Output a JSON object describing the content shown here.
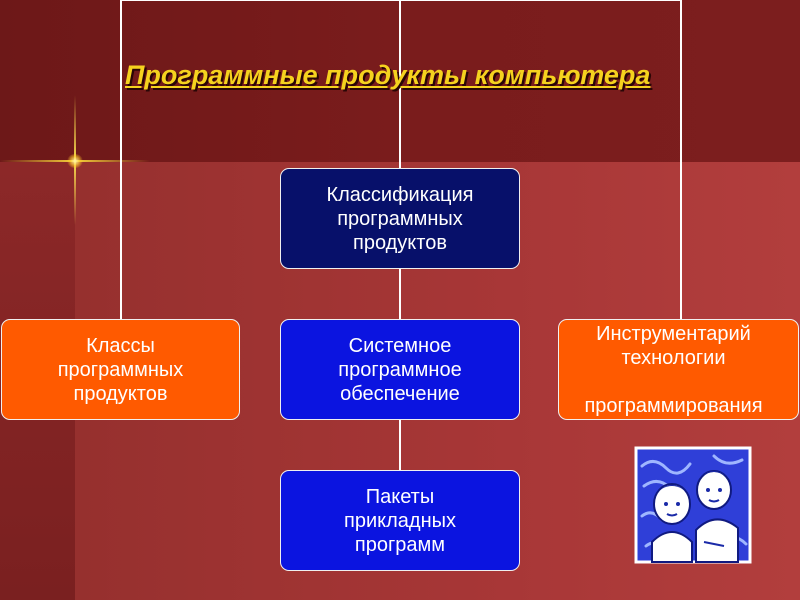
{
  "title": "Программные продукты компьютера",
  "boxes": {
    "classification": "Классификация\nпрограммных\nпродуктов",
    "classes": "Классы\nпрограммных\nпродуктов",
    "system": "Системное\nпрограммное\nобеспечение",
    "packages": "Пакеты\nприкладных\nпрограмм",
    "tools": "Инструментарий\nтехнологии\n\nпрограммирования"
  },
  "colors": {
    "title": "#f5d21e",
    "dark_blue": "#07106a",
    "blue": "#0b14e0",
    "orange": "#ff5a00",
    "connector": "#ffffff"
  },
  "icons": {
    "clipart": "students-clipart"
  }
}
